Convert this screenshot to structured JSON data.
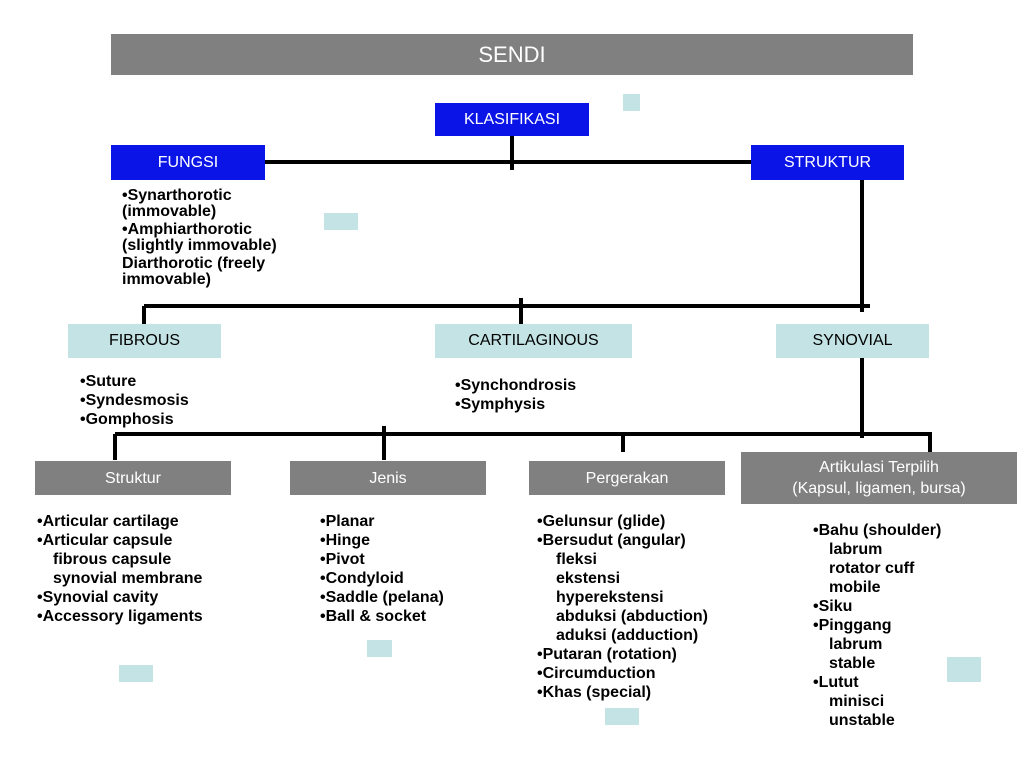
{
  "title": "SENDI",
  "klasifikasi": "KLASIFIKASI",
  "fungsi": {
    "label": "FUNGSI",
    "items": [
      "•Synarthorotic",
      "(immovable)",
      "•Amphiarthorotic",
      "(slightly immovable)",
      "Diarthorotic (freely",
      "immovable)"
    ]
  },
  "struktur_top": "STRUKTUR",
  "fibrous": {
    "label": "FIBROUS",
    "items": [
      "•Suture",
      "•Syndesmosis",
      "•Gomphosis"
    ]
  },
  "cartilaginous": {
    "label": "CARTILAGINOUS",
    "items": [
      "•Synchondrosis",
      "•Symphysis"
    ]
  },
  "synovial": {
    "label": "SYNOVIAL"
  },
  "struktur": {
    "label": "Struktur",
    "items": [
      "•Articular cartilage",
      "•Articular capsule",
      "fibrous capsule",
      "synovial membrane",
      "•Synovial cavity",
      "•Accessory ligaments"
    ]
  },
  "jenis": {
    "label": "Jenis",
    "items": [
      "•Planar",
      "•Hinge",
      "•Pivot",
      "•Condyloid",
      "•Saddle (pelana)",
      "•Ball & socket"
    ]
  },
  "pergerakan": {
    "label": "Pergerakan",
    "items": [
      "•Gelunsur (glide)",
      "•Bersudut (angular)",
      "fleksi",
      "ekstensi",
      "hyperekstensi",
      "abduksi (abduction)",
      "aduksi (adduction)",
      "•Putaran (rotation)",
      "•Circumduction",
      "•Khas (special)"
    ]
  },
  "artikulasi": {
    "label_line1": "Artikulasi Terpilih",
    "label_line2": "(Kapsul, ligamen, bursa)",
    "items": [
      "•Bahu (shoulder)",
      "labrum",
      "rotator cuff",
      "mobile",
      "•Siku",
      "•Pinggang",
      "labrum",
      "stable",
      "•Lutut",
      "minisci",
      "unstable"
    ]
  },
  "colors": {
    "header_gray": "#808080",
    "blue": "#0a14e6",
    "teal": "#c3e3e5",
    "line": "#000000"
  }
}
